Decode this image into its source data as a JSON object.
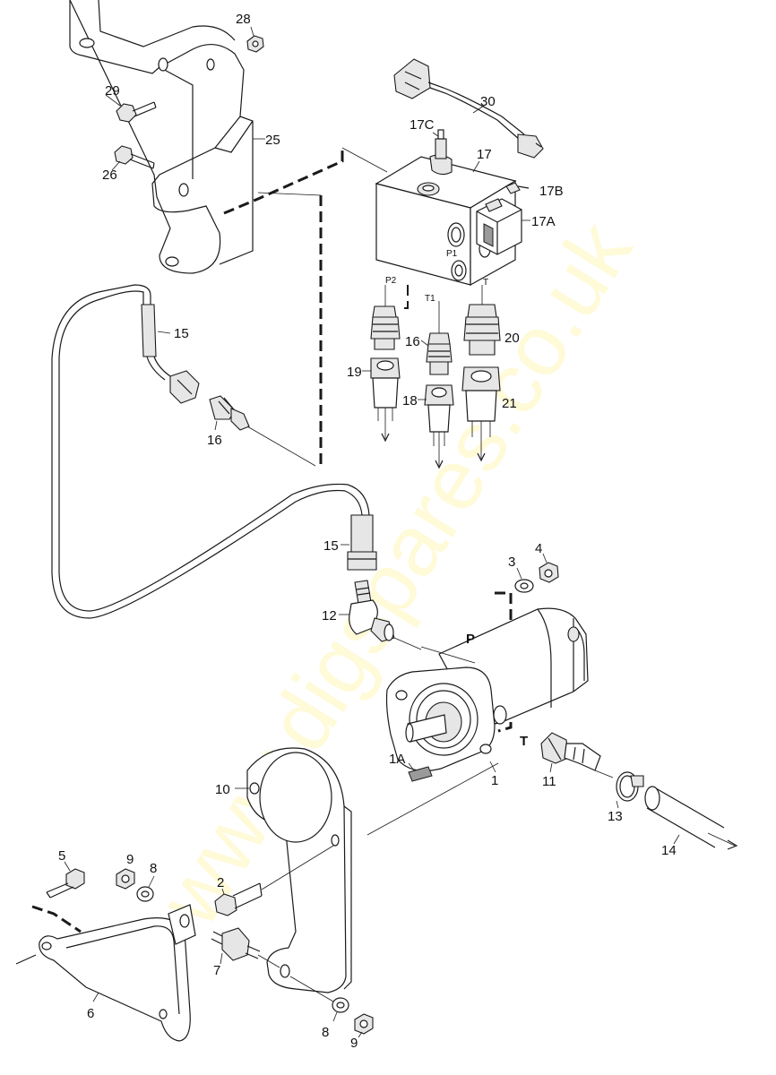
{
  "watermark": "www.digspares.co.uk",
  "labels": {
    "p28": "28",
    "p29": "29",
    "p25": "25",
    "p26": "26",
    "p30": "30",
    "p17c": "17C",
    "p17": "17",
    "p17b": "17B",
    "p17a": "17A",
    "p15a": "15",
    "p16a": "16",
    "p16b": "16",
    "p19": "19",
    "p20": "20",
    "p18": "18",
    "p21": "21",
    "p15b": "15",
    "p3": "3",
    "p4": "4",
    "p12": "12",
    "pP": "P",
    "pT": "T",
    "p1a": "1A",
    "p1": "1",
    "p11": "11",
    "p10": "10",
    "p13": "13",
    "p14": "14",
    "p5": "5",
    "p9a": "9",
    "p8a": "8",
    "p2": "2",
    "p7": "7",
    "p6": "6",
    "p8b": "8",
    "p9b": "9"
  },
  "ports": {
    "p1": "P1",
    "p2": "P2",
    "t1": "T1",
    "t": "T"
  }
}
